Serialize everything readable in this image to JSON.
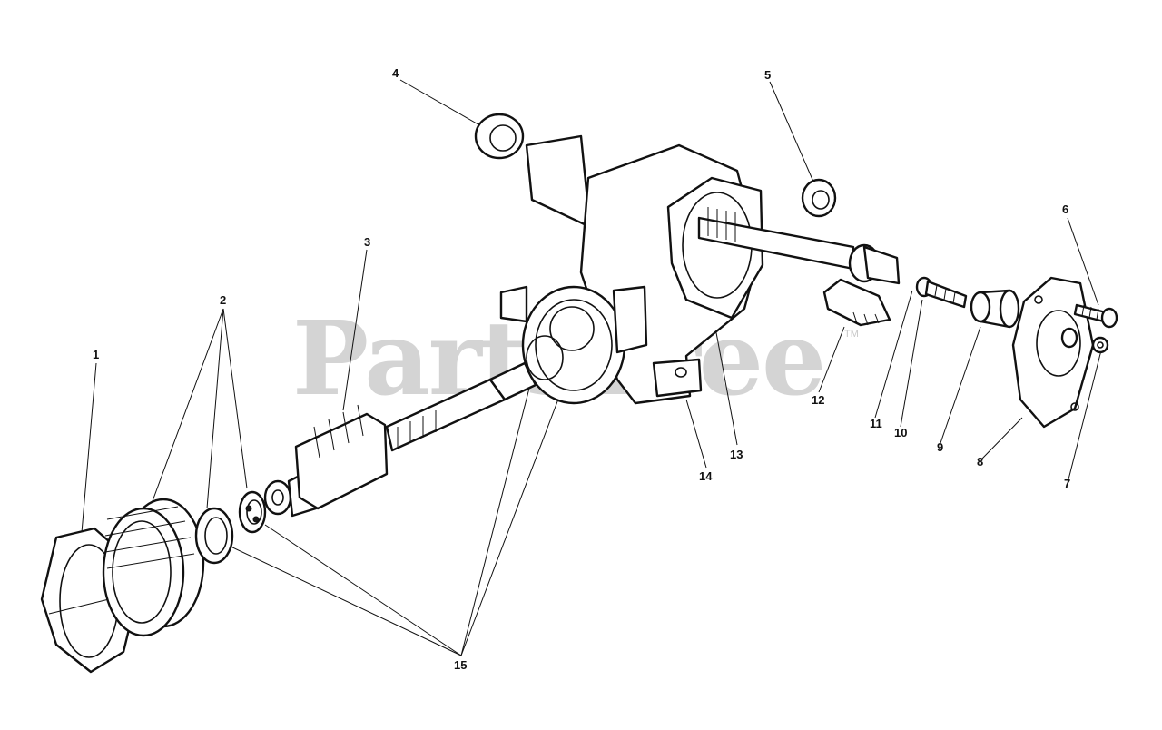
{
  "watermark": {
    "text": "PartsTree",
    "tm": "TM"
  },
  "callouts": [
    {
      "id": "c1",
      "label": "1"
    },
    {
      "id": "c2",
      "label": "2"
    },
    {
      "id": "c3",
      "label": "3"
    },
    {
      "id": "c4",
      "label": "4"
    },
    {
      "id": "c5",
      "label": "5"
    },
    {
      "id": "c6",
      "label": "6"
    },
    {
      "id": "c7",
      "label": "7"
    },
    {
      "id": "c8",
      "label": "8"
    },
    {
      "id": "c9",
      "label": "9"
    },
    {
      "id": "c10",
      "label": "10"
    },
    {
      "id": "c11",
      "label": "11"
    },
    {
      "id": "c12",
      "label": "12"
    },
    {
      "id": "c13",
      "label": "13"
    },
    {
      "id": "c14",
      "label": "14"
    },
    {
      "id": "c15",
      "label": "15"
    }
  ]
}
